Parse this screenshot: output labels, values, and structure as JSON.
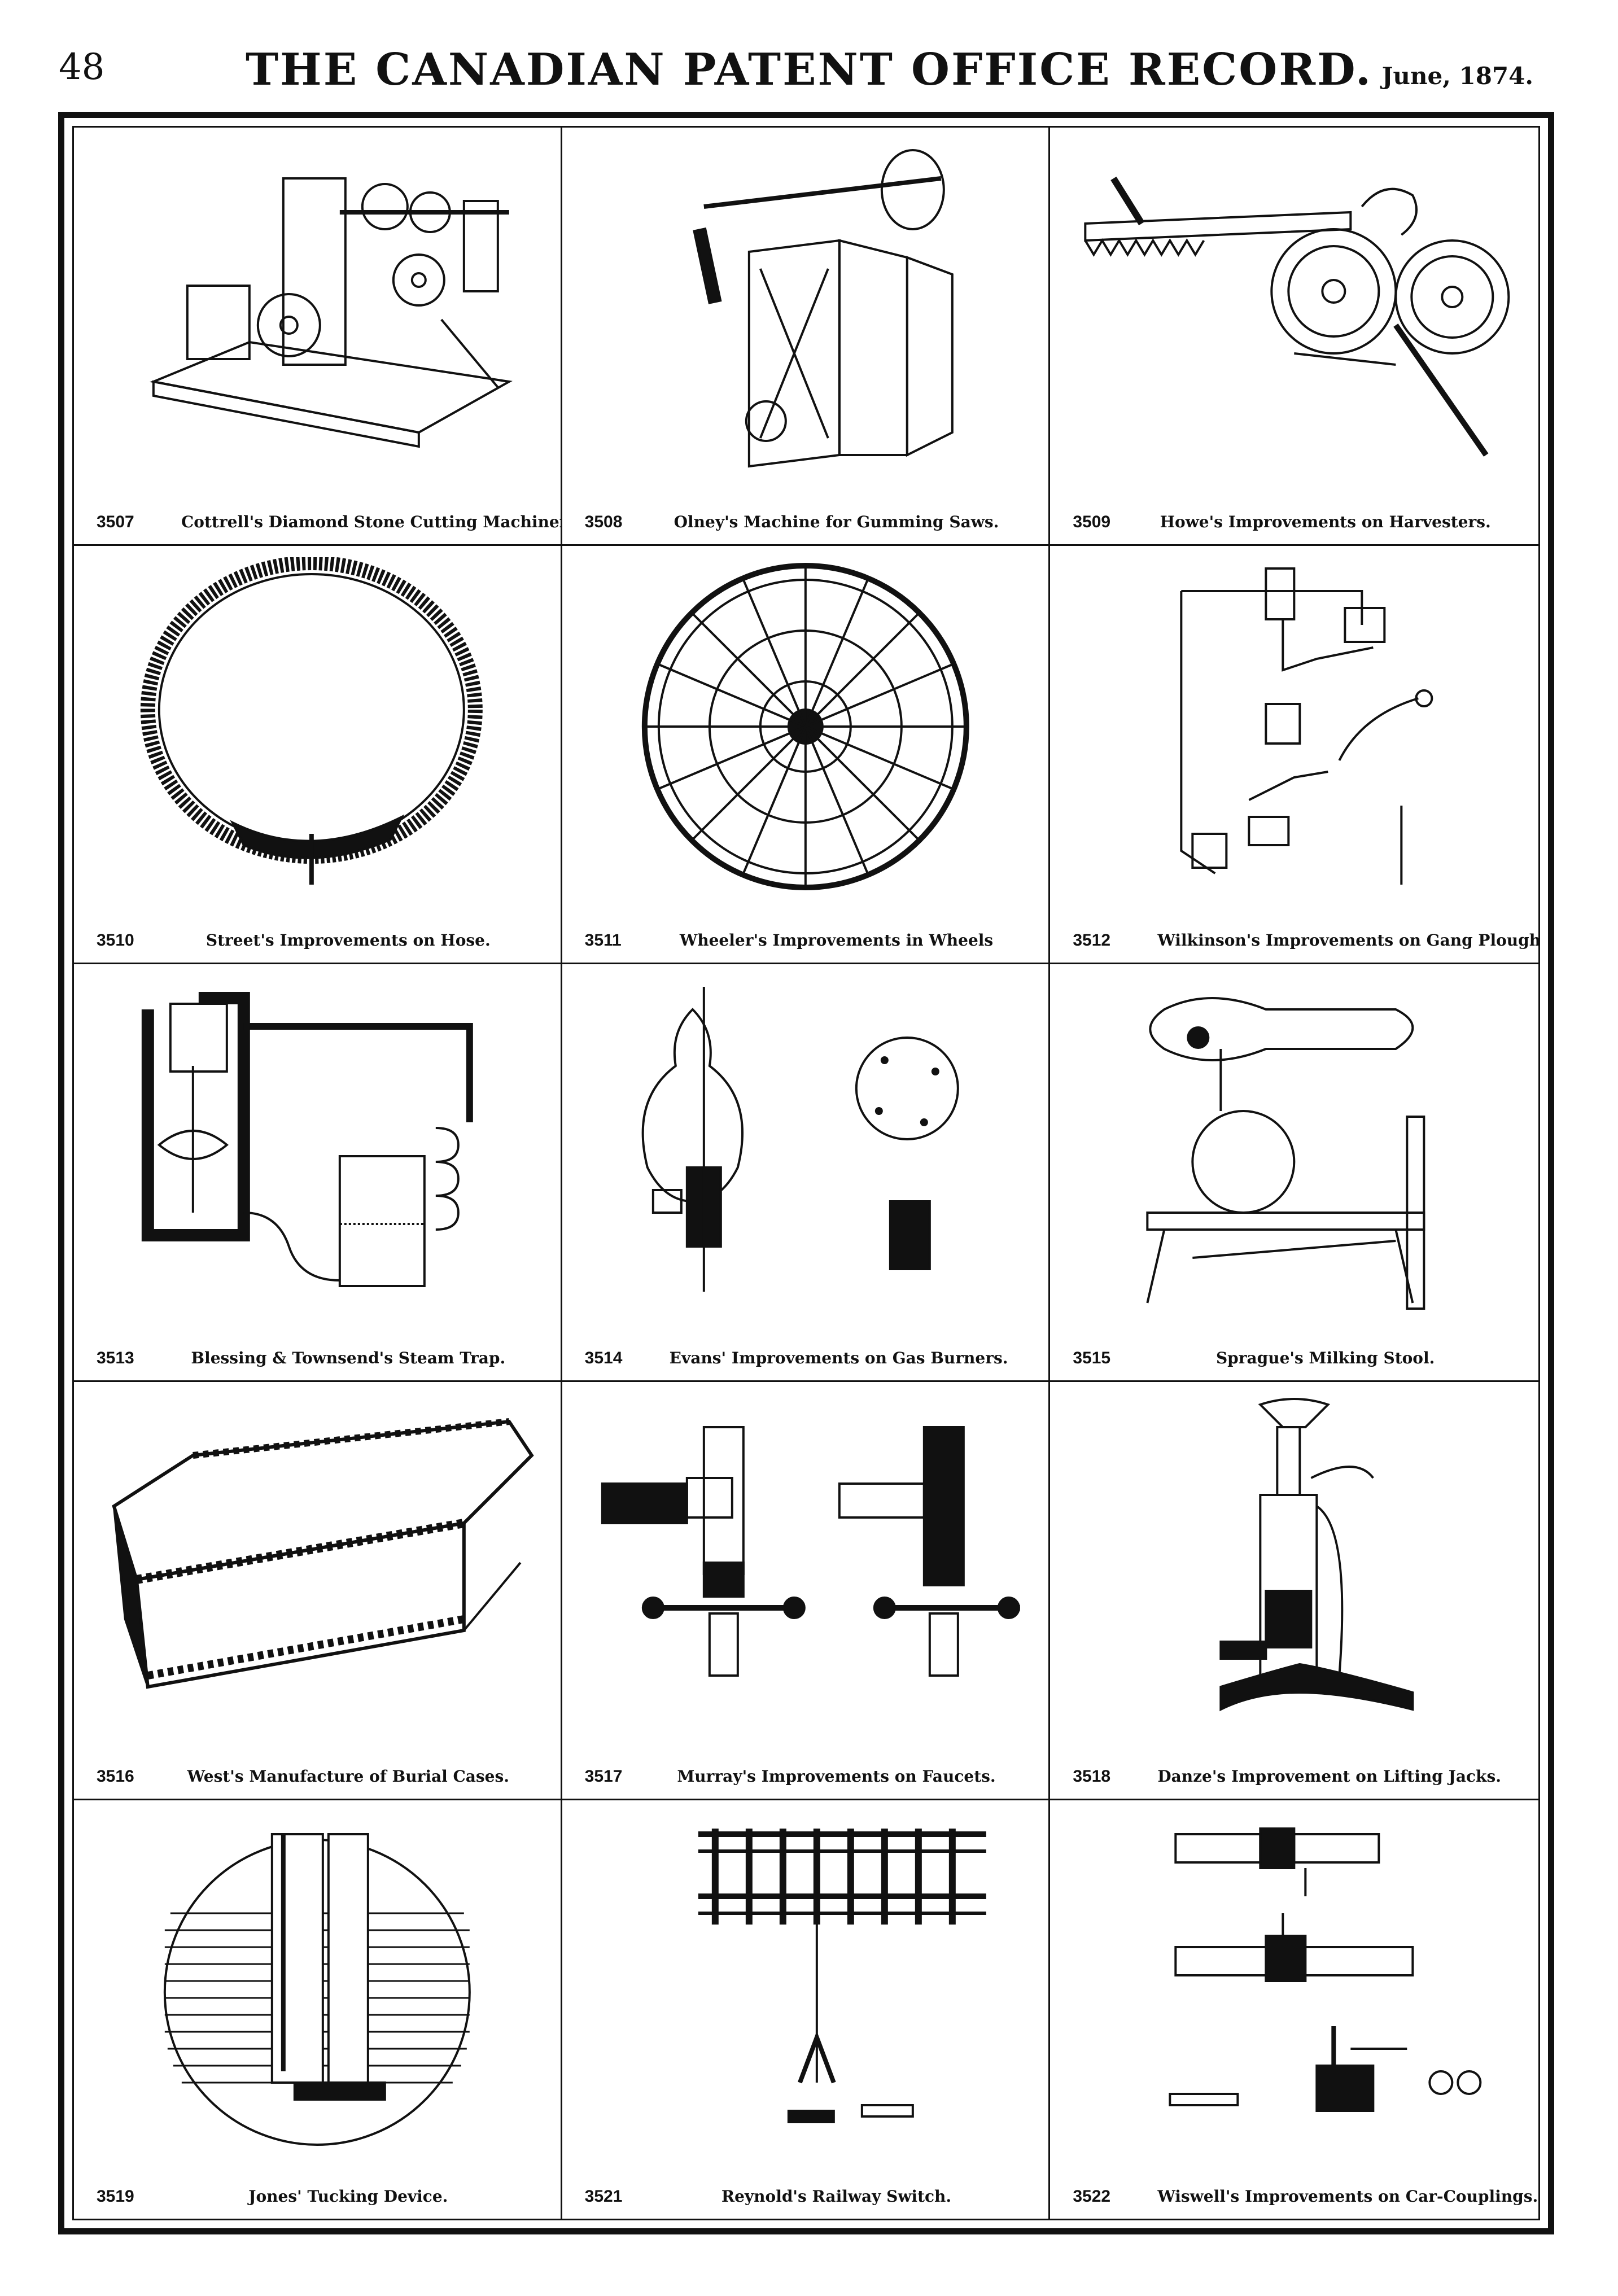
{
  "header": {
    "page_number": "48",
    "journal_title": "THE CANADIAN PATENT OFFICE RECORD.",
    "date": "June, 1874."
  },
  "patents": [
    {
      "number": "3507",
      "title": "Cottrell's Diamond Stone Cutting Machinery.",
      "icon": "stone-cutting-machine-illustration"
    },
    {
      "number": "3508",
      "title": "Olney's Machine for Gumming Saws.",
      "icon": "saw-gumming-machine-illustration"
    },
    {
      "number": "3509",
      "title": "Howe's Improvements on Harvesters.",
      "icon": "harvester-illustration"
    },
    {
      "number": "3510",
      "title": "Street's Improvements on Hose.",
      "icon": "hose-cross-section-illustration"
    },
    {
      "number": "3511",
      "title": "Wheeler's Improvements in Wheels",
      "icon": "wheel-illustration"
    },
    {
      "number": "3512",
      "title": "Wilkinson's Improvements on Gang Ploughs.",
      "icon": "gang-plough-illustration"
    },
    {
      "number": "3513",
      "title": "Blessing & Townsend's Steam Trap.",
      "icon": "steam-trap-illustration"
    },
    {
      "number": "3514",
      "title": "Evans' Improvements on Gas Burners.",
      "icon": "gas-burner-illustration"
    },
    {
      "number": "3515",
      "title": "Sprague's Milking Stool.",
      "icon": "milking-stool-illustration"
    },
    {
      "number": "3516",
      "title": "West's Manufacture of Burial Cases.",
      "icon": "burial-case-illustration"
    },
    {
      "number": "3517",
      "title": "Murray's Improvements on Faucets.",
      "icon": "faucet-illustration"
    },
    {
      "number": "3518",
      "title": "Danze's Improvement on Lifting Jacks.",
      "icon": "lifting-jack-illustration"
    },
    {
      "number": "3519",
      "title": "Jones' Tucking Device.",
      "icon": "tucking-device-illustration"
    },
    {
      "number": "3521",
      "title": "Reynold's Railway Switch.",
      "icon": "railway-switch-illustration"
    },
    {
      "number": "3522",
      "title": "Wiswell's Improvements on Car-Couplings.",
      "icon": "car-coupling-illustration"
    }
  ]
}
